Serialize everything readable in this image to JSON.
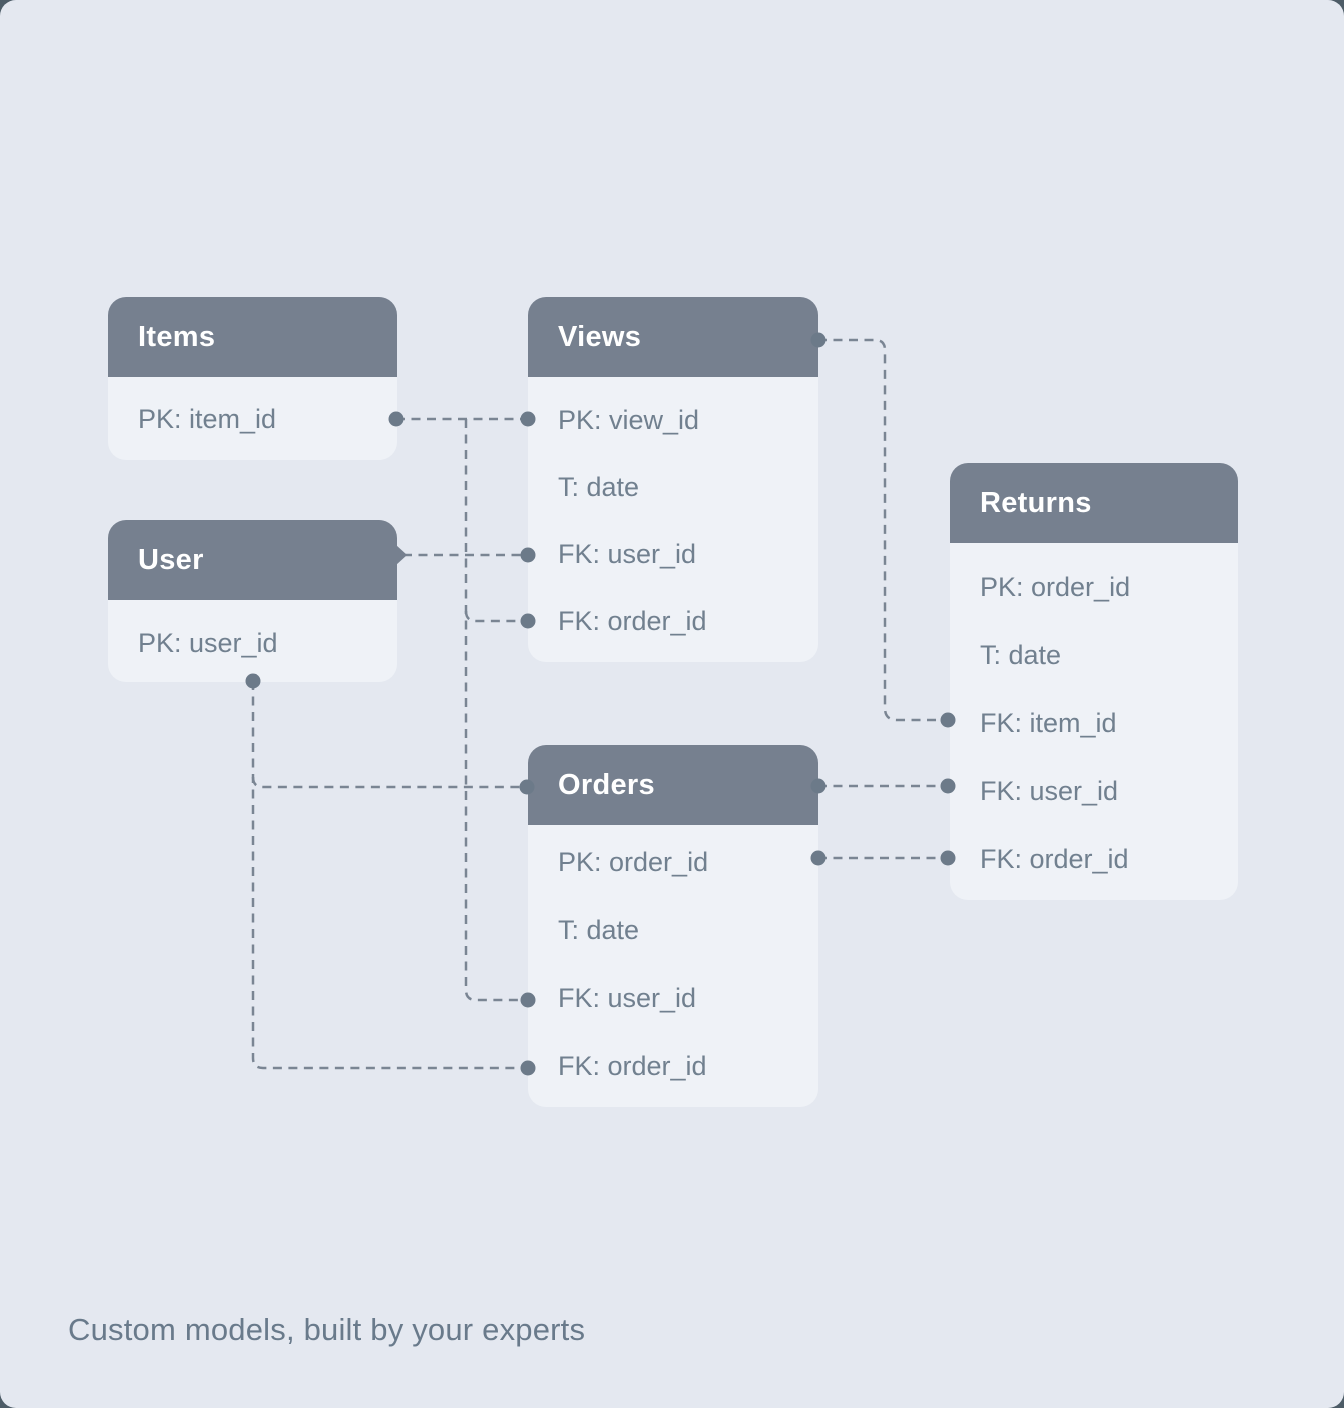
{
  "caption": "Custom models, built by your experts",
  "colors": {
    "page_behind_card": "#4d5c67",
    "card_background": "#e4e8f0",
    "table_header": "#76808f",
    "table_body": "#eff2f7",
    "header_text": "#ffffff",
    "row_text": "#71808f",
    "connector": "#7a8593",
    "connector_dot": "#6c7a89"
  },
  "tables": [
    {
      "id": "items",
      "title": "Items",
      "rows": [
        "PK: item_id"
      ]
    },
    {
      "id": "user",
      "title": "User",
      "rows": [
        "PK: user_id"
      ]
    },
    {
      "id": "views",
      "title": "Views",
      "rows": [
        "PK: view_id",
        "T: date",
        "FK: user_id",
        "FK: order_id"
      ]
    },
    {
      "id": "orders",
      "title": "Orders",
      "rows": [
        "PK: order_id",
        "T: date",
        "FK: user_id",
        "FK: order_id"
      ]
    },
    {
      "id": "returns",
      "title": "Returns",
      "rows": [
        "PK: order_id",
        "T: date",
        "FK: item_id",
        "FK: user_id",
        "FK: order_id"
      ]
    }
  ],
  "connections": [
    {
      "from": "Items.PK item_id",
      "to": "Views.PK view_id",
      "style": "dashed"
    },
    {
      "from": "Items–Views link",
      "to": "Views.FK order_id",
      "style": "dashed"
    },
    {
      "from": "Items–Views link",
      "to": "Orders.FK user_id",
      "style": "dashed"
    },
    {
      "from": "User (header)",
      "to": "Views.FK user_id",
      "style": "dashed"
    },
    {
      "from": "User (bottom)",
      "to": "Orders (header)",
      "style": "dashed"
    },
    {
      "from": "User (bottom)",
      "to": "Orders.FK order_id",
      "style": "dashed"
    },
    {
      "from": "Views (header)",
      "to": "Returns.FK item_id",
      "style": "dashed"
    },
    {
      "from": "Orders (header)",
      "to": "Returns.FK user_id",
      "style": "dashed"
    },
    {
      "from": "Orders.PK order_id",
      "to": "Returns.FK order_id",
      "style": "dashed"
    }
  ]
}
